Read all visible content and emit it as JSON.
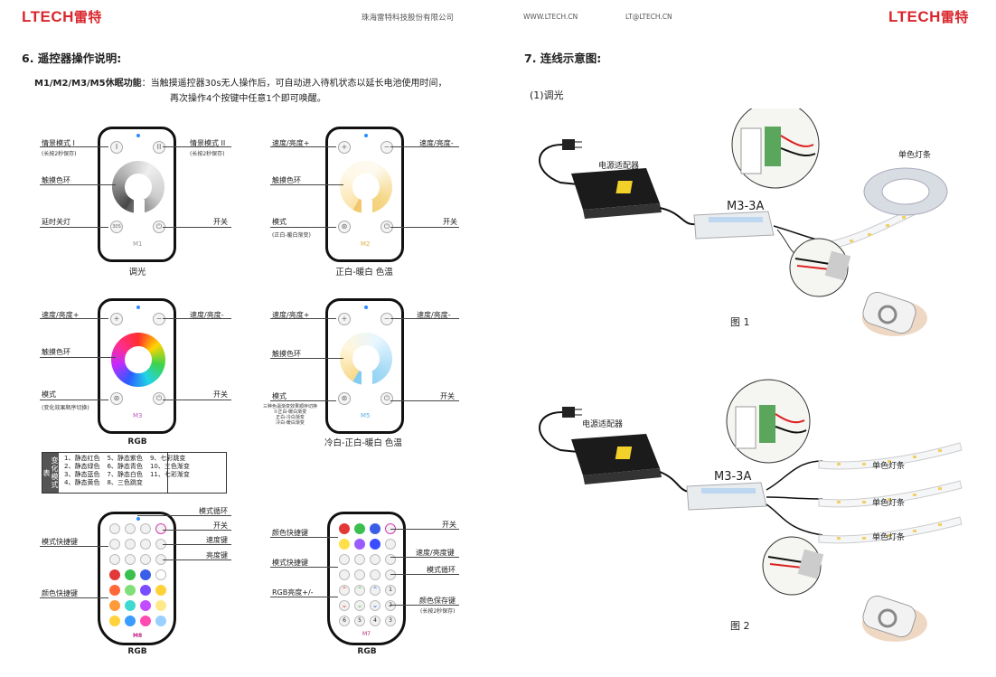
{
  "header": {
    "logo_text": "LTECH",
    "logo_cn": "雷特",
    "company": "珠海雷特科技股份有限公司",
    "website": "WWW.LTECH.CN",
    "email": "LT@LTECH.CN"
  },
  "left": {
    "section_title": "6. 遥控器操作说明:",
    "sleep_label": "M1/M2/M3/M5休眠功能",
    "sleep_text1": "：当触摸遥控器30s无人操作后，可自动进入待机状态以延长电池使用时间，",
    "sleep_text2": "再次操作4个按键中任意1个即可唤醒。",
    "m1": {
      "l_scene1": "情景模式 I",
      "l_scene1_sub": "(长按2秒保存)",
      "l_ring": "触摸色环",
      "l_delay": "延时关灯",
      "r_scene2": "情景模式 II",
      "r_scene2_sub": "(长按2秒保存)",
      "r_power": "开关",
      "model": "M1",
      "caption": "调光"
    },
    "m2": {
      "l_speed": "速度/亮度+",
      "l_ring": "触摸色环",
      "l_mode": "模式",
      "l_mode_sub": "(正白-暖白渐变)",
      "r_speed": "速度/亮度-",
      "r_power": "开关",
      "model": "M2",
      "caption": "正白-暖白 色温"
    },
    "m3": {
      "l_speed": "速度/亮度+",
      "l_ring": "触摸色环",
      "l_mode": "模式",
      "l_mode_sub": "(变化效果顺序切换)",
      "r_speed": "速度/亮度-",
      "r_power": "开关",
      "model": "M3",
      "caption": "RGB"
    },
    "m5": {
      "l_speed": "速度/亮度+",
      "l_ring": "触摸色环",
      "l_mode": "模式",
      "l_sub1": "三种色温渐变效果顺序切换",
      "l_sub2": "①正白-暖白渐变",
      "l_sub3": "正白-冷白渐变",
      "l_sub4": "冷白-暖白渐变",
      "r_speed": "速度/亮度-",
      "r_power": "开关",
      "model": "M5",
      "caption": "冷白-正白-暖白 色温"
    },
    "change_table": {
      "title": "变化模式表",
      "col1": [
        "1、静态红色",
        "2、静态绿色",
        "3、静态蓝色",
        "4、静态黄色"
      ],
      "col2": [
        "5、静态紫色",
        "6、静态青色",
        "7、静态白色",
        "8、三色跳变"
      ],
      "col3": [
        "9、七彩跳变",
        "10、三色渐变",
        "11、七彩渐变"
      ]
    },
    "m8": {
      "r_cycle": "模式循环",
      "r_power": "开关",
      "r_speed": "速度键",
      "r_bright": "亮度键",
      "l_quick": "模式快捷键",
      "l_color": "颜色快捷键",
      "model": "M8",
      "caption": "RGB"
    },
    "m7": {
      "l_color": "颜色快捷键",
      "l_mode": "模式快捷键",
      "l_rgb": "RGB亮度+/-",
      "r_power": "开关",
      "r_speed": "速度/亮度键",
      "r_cycle": "模式循环",
      "r_save": "颜色保存键",
      "r_save_sub": "(长按2秒保存)",
      "model": "M7",
      "caption": "RGB"
    }
  },
  "right": {
    "section_title": "7. 连线示意图:",
    "sub_title": "(1)调光",
    "fig1": {
      "adapter": "电源适配器",
      "controller": "M3-3A",
      "strip": "单色灯条",
      "caption": "图 1"
    },
    "fig2": {
      "adapter": "电源适配器",
      "controller": "M3-3A",
      "strip1": "单色灯条",
      "strip2": "单色灯条",
      "strip3": "单色灯条",
      "caption": "图 2"
    }
  }
}
